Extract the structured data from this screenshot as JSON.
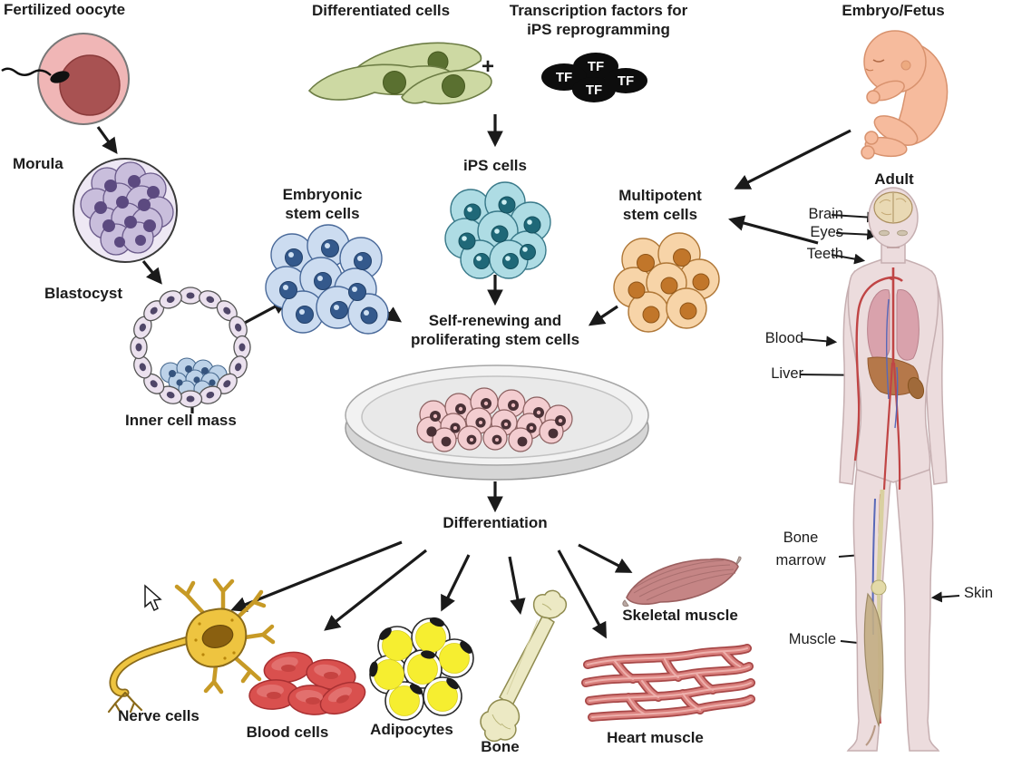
{
  "labels": {
    "fertilized_oocyte": "Fertilized oocyte",
    "morula": "Morula",
    "blastocyst": "Blastocyst",
    "inner_cell_mass": "Inner cell mass",
    "embryonic_stem_cells": "Embryonic stem cells",
    "differentiated_cells": "Differentiated cells",
    "plus_sign": "+",
    "transcription_factors": "Transcription factors for iPS reprogramming",
    "tf_abbrev": "TF",
    "ips_cells": "iPS cells",
    "multipotent_stem_cells": "Multipotent stem cells",
    "self_renewing": "Self-renewing and proliferating stem cells",
    "differentiation": "Differentiation",
    "embryo_fetus": "Embryo/Fetus",
    "adult": "Adult",
    "nerve_cells": "Nerve cells",
    "blood_cells": "Blood cells",
    "adipocytes": "Adipocytes",
    "bone": "Bone",
    "heart_muscle": "Heart muscle",
    "skeletal_muscle": "Skeletal muscle"
  },
  "adult_anatomy_labels": {
    "brain": "Brain",
    "eyes": "Eyes",
    "teeth": "Teeth",
    "blood": "Blood",
    "liver": "Liver",
    "bone_marrow": "Bone marrow",
    "skin": "Skin",
    "muscle": "Muscle"
  },
  "theme": {
    "background": "#ffffff",
    "text_color": "#1c1c1c",
    "arrow_color": "#1a1a1a",
    "oocyte_outer": "#f0b6b6",
    "oocyte_nucleus": "#a85252",
    "morula_cell": "#c9bedc",
    "morula_nucleus": "#5c4a80",
    "blastocyst_cell": "#ebe1ee",
    "blastocyst_nucleus": "#4f4668",
    "inner_mass_cell": "#bdd2e8",
    "embryonic_cell": "#ccdcf0",
    "embryonic_nucleus": "#34598c",
    "differentiated_cell": "#cdd9a3",
    "differentiated_nucleus": "#5a7030",
    "tf_oval": "#0d0d0d",
    "tf_text": "#ffffff",
    "ips_cell": "#aedce4",
    "ips_nucleus": "#1f6878",
    "multipotent_cell": "#f7d4a8",
    "multipotent_nucleus": "#c1762a",
    "dish_cell": "#f3cdd0",
    "dish_cell_nucleus": "#4a3136",
    "nerve_cell": "#eec440",
    "blood_cell": "#d9504e",
    "adipocyte": "#f6ee30",
    "bone_fill": "#ece9c4",
    "skeletal_muscle_fill": "#c58585",
    "heart_muscle_fill": "#d97f7c",
    "fetus_skin": "#f6bb9d",
    "adult_body": "#ecdcdd"
  }
}
